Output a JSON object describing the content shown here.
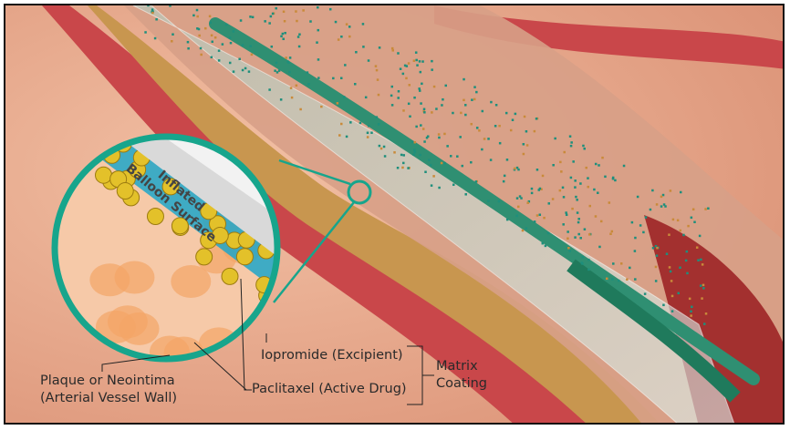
{
  "labels": {
    "balloon_line1": "Inflated",
    "balloon_line2": "Balloon Surface",
    "iopromide": "Iopromide (Excipient)",
    "paclitaxel": "Paclitaxel (Active Drug)",
    "matrix_line1": "Matrix",
    "matrix_line2": "Coating",
    "plaque_line1": "Plaque or Neointima",
    "plaque_line2": "(Arterial Vessel Wall)"
  },
  "colors": {
    "tissue": "#e9a98c",
    "vessel_wall": "#c9474a",
    "callout_ring": "#17a58c",
    "balloon": "#2f8f72",
    "drug_particles": "#1e8f7c",
    "plaque": "#c9924a"
  }
}
